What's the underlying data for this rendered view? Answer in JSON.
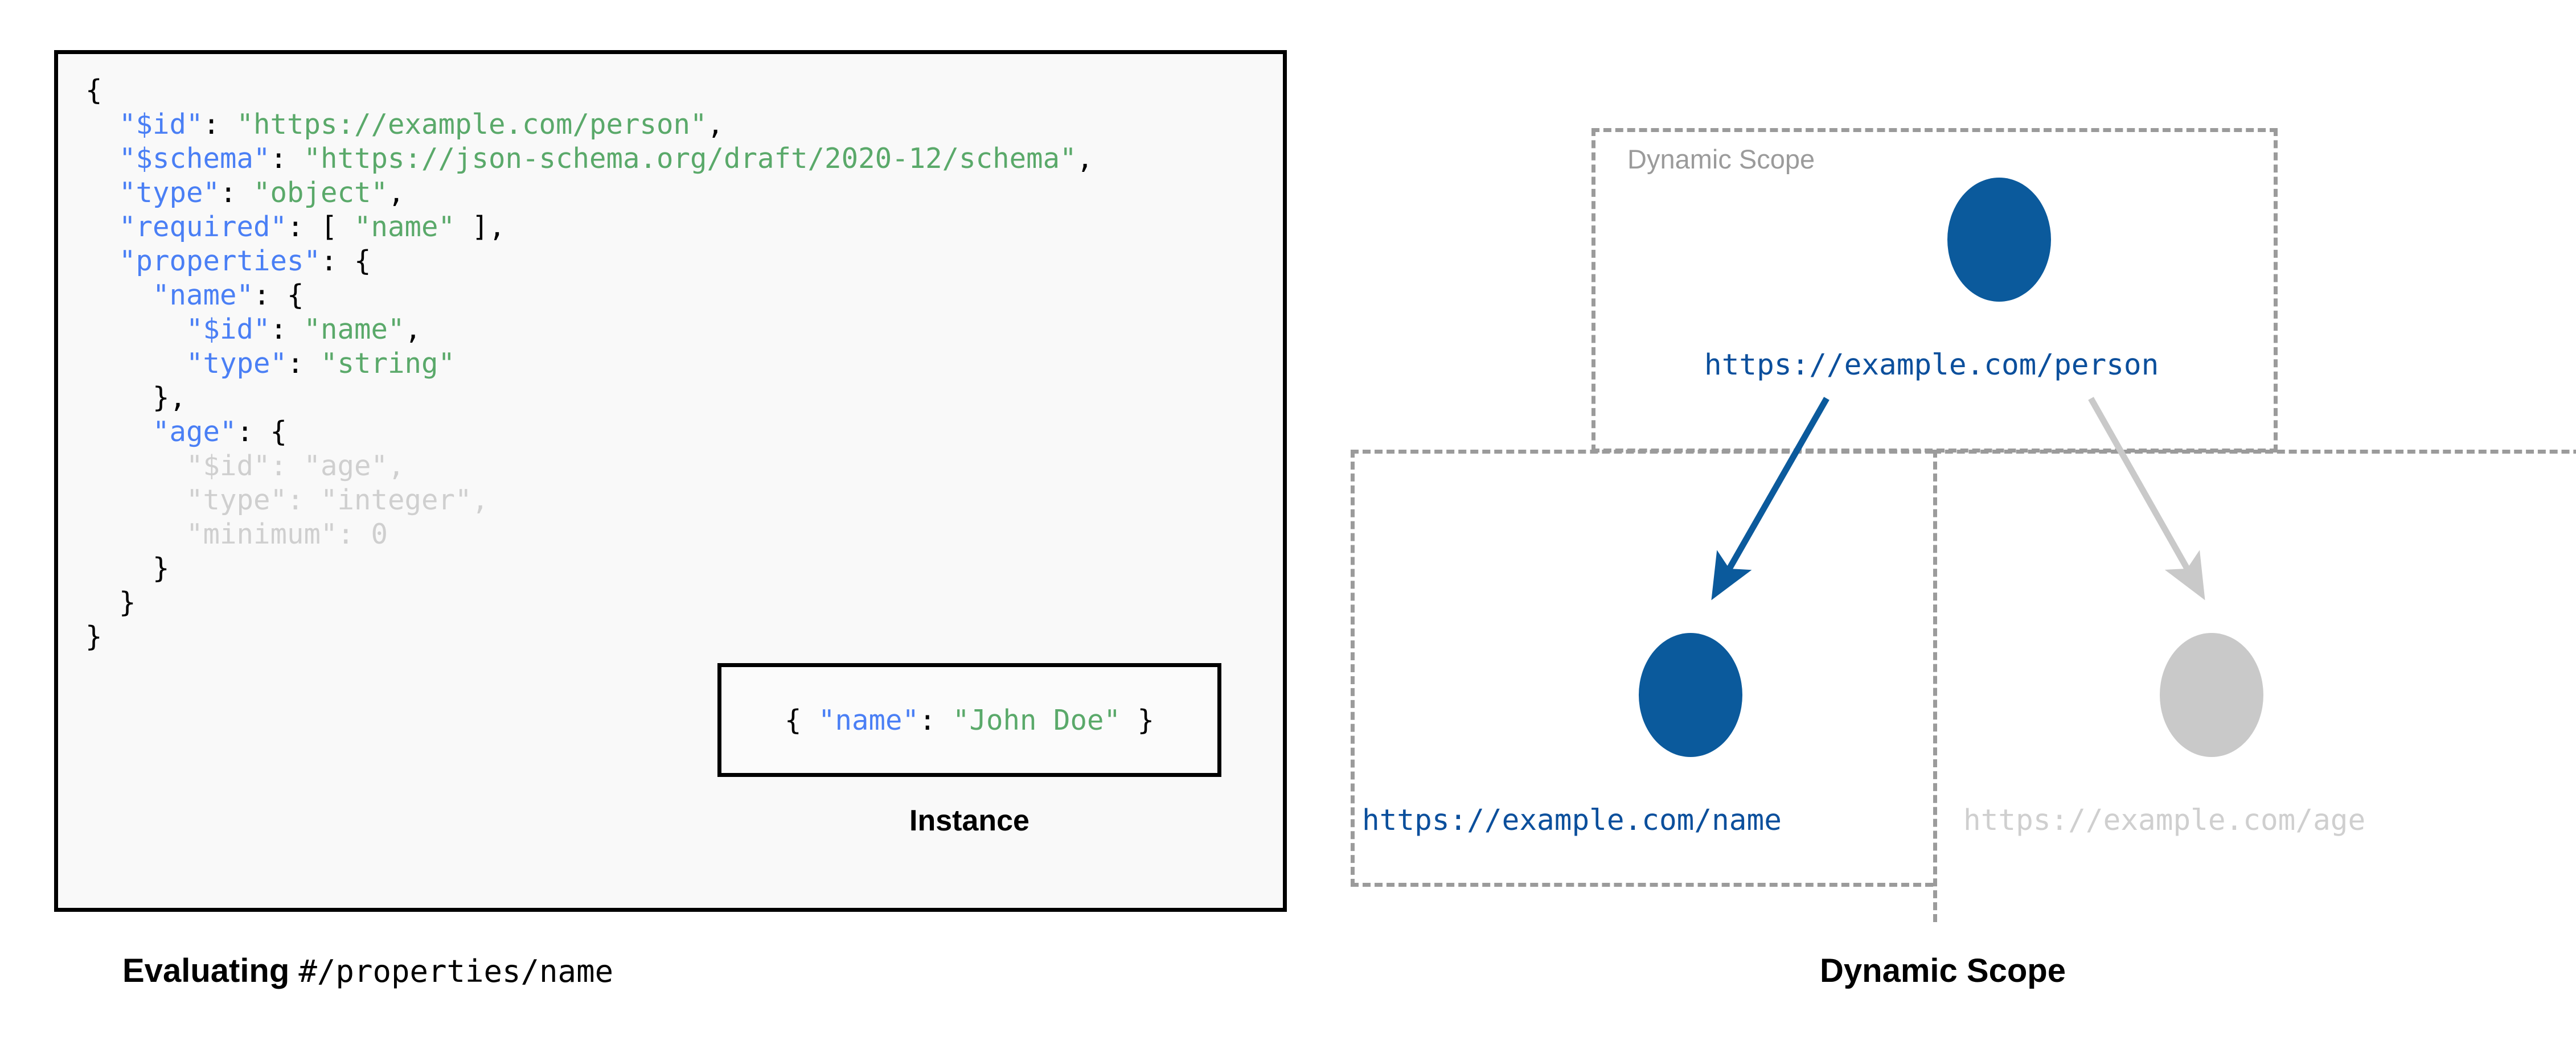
{
  "figure": {
    "left_caption_bold": "Evaluating ",
    "left_caption_mono": "#/properties/name",
    "right_caption": "Dynamic Scope"
  },
  "code_panel": {
    "language": "json",
    "lines": [
      {
        "indent": 0,
        "tokens": [
          {
            "t": "{",
            "c": "p"
          }
        ]
      },
      {
        "indent": 1,
        "tokens": [
          {
            "t": "\"$id\"",
            "c": "k"
          },
          {
            "t": ": ",
            "c": "p"
          },
          {
            "t": "\"https://example.com/person\"",
            "c": "s"
          },
          {
            "t": ",",
            "c": "p"
          }
        ]
      },
      {
        "indent": 1,
        "tokens": [
          {
            "t": "\"$schema\"",
            "c": "k"
          },
          {
            "t": ": ",
            "c": "p"
          },
          {
            "t": "\"https://json-schema.org/draft/2020-12/schema\"",
            "c": "s"
          },
          {
            "t": ",",
            "c": "p"
          }
        ]
      },
      {
        "indent": 1,
        "tokens": [
          {
            "t": "\"type\"",
            "c": "k"
          },
          {
            "t": ": ",
            "c": "p"
          },
          {
            "t": "\"object\"",
            "c": "s"
          },
          {
            "t": ",",
            "c": "p"
          }
        ]
      },
      {
        "indent": 1,
        "tokens": [
          {
            "t": "\"required\"",
            "c": "k"
          },
          {
            "t": ": [ ",
            "c": "p"
          },
          {
            "t": "\"name\"",
            "c": "s"
          },
          {
            "t": " ],",
            "c": "p"
          }
        ]
      },
      {
        "indent": 1,
        "tokens": [
          {
            "t": "\"properties\"",
            "c": "k"
          },
          {
            "t": ": {",
            "c": "p"
          }
        ]
      },
      {
        "indent": 2,
        "tokens": [
          {
            "t": "\"name\"",
            "c": "k"
          },
          {
            "t": ": {",
            "c": "p"
          }
        ]
      },
      {
        "indent": 3,
        "tokens": [
          {
            "t": "\"$id\"",
            "c": "k"
          },
          {
            "t": ": ",
            "c": "p"
          },
          {
            "t": "\"name\"",
            "c": "s"
          },
          {
            "t": ",",
            "c": "p"
          }
        ]
      },
      {
        "indent": 3,
        "tokens": [
          {
            "t": "\"type\"",
            "c": "k"
          },
          {
            "t": ": ",
            "c": "p"
          },
          {
            "t": "\"string\"",
            "c": "s"
          }
        ]
      },
      {
        "indent": 2,
        "tokens": [
          {
            "t": "},",
            "c": "p"
          }
        ]
      },
      {
        "indent": 2,
        "tokens": [
          {
            "t": "\"age\"",
            "c": "k"
          },
          {
            "t": ": {",
            "c": "p"
          }
        ]
      },
      {
        "indent": 3,
        "tokens": [
          {
            "t": "\"$id\"",
            "c": "dim"
          },
          {
            "t": ": ",
            "c": "dim"
          },
          {
            "t": "\"age\"",
            "c": "dim"
          },
          {
            "t": ",",
            "c": "dim"
          }
        ]
      },
      {
        "indent": 3,
        "tokens": [
          {
            "t": "\"type\"",
            "c": "dim"
          },
          {
            "t": ": ",
            "c": "dim"
          },
          {
            "t": "\"integer\"",
            "c": "dim"
          },
          {
            "t": ",",
            "c": "dim"
          }
        ]
      },
      {
        "indent": 3,
        "tokens": [
          {
            "t": "\"minimum\"",
            "c": "dim"
          },
          {
            "t": ": ",
            "c": "dim"
          },
          {
            "t": "0",
            "c": "dim"
          }
        ]
      },
      {
        "indent": 2,
        "tokens": [
          {
            "t": "}",
            "c": "p"
          }
        ]
      },
      {
        "indent": 1,
        "tokens": [
          {
            "t": "}",
            "c": "p"
          }
        ]
      },
      {
        "indent": 0,
        "tokens": [
          {
            "t": "}",
            "c": "p"
          }
        ]
      }
    ]
  },
  "instance": {
    "caption": "Instance",
    "tokens": [
      {
        "t": "{ ",
        "c": "p"
      },
      {
        "t": "\"name\"",
        "c": "k"
      },
      {
        "t": ": ",
        "c": "p"
      },
      {
        "t": "\"John Doe\"",
        "c": "s"
      },
      {
        "t": " }",
        "c": "p"
      }
    ]
  },
  "diagram": {
    "scope_label": "Dynamic Scope",
    "nodes": [
      {
        "id": "person",
        "label": "https://example.com/person",
        "state": "active",
        "color": "#0b5a9c"
      },
      {
        "id": "name",
        "label": "https://example.com/name",
        "state": "active",
        "color": "#0b5a9c"
      },
      {
        "id": "age",
        "label": "https://example.com/age",
        "state": "dimmed",
        "color": "#c9c9c9"
      }
    ],
    "edges": [
      {
        "from": "person",
        "to": "name",
        "state": "active",
        "color": "#0b5a9c"
      },
      {
        "from": "person",
        "to": "age",
        "state": "dimmed",
        "color": "#c9c9c9"
      }
    ]
  },
  "colors": {
    "key_blue": "#4a7ff5",
    "string_green": "#5aa96a",
    "dimmed_grey": "#cfcfcf",
    "node_blue": "#0b5a9c",
    "node_grey": "#c9c9c9",
    "dash_grey": "#9b9b9b",
    "panel_bg": "#f9f9f9",
    "border_black": "#000000"
  }
}
